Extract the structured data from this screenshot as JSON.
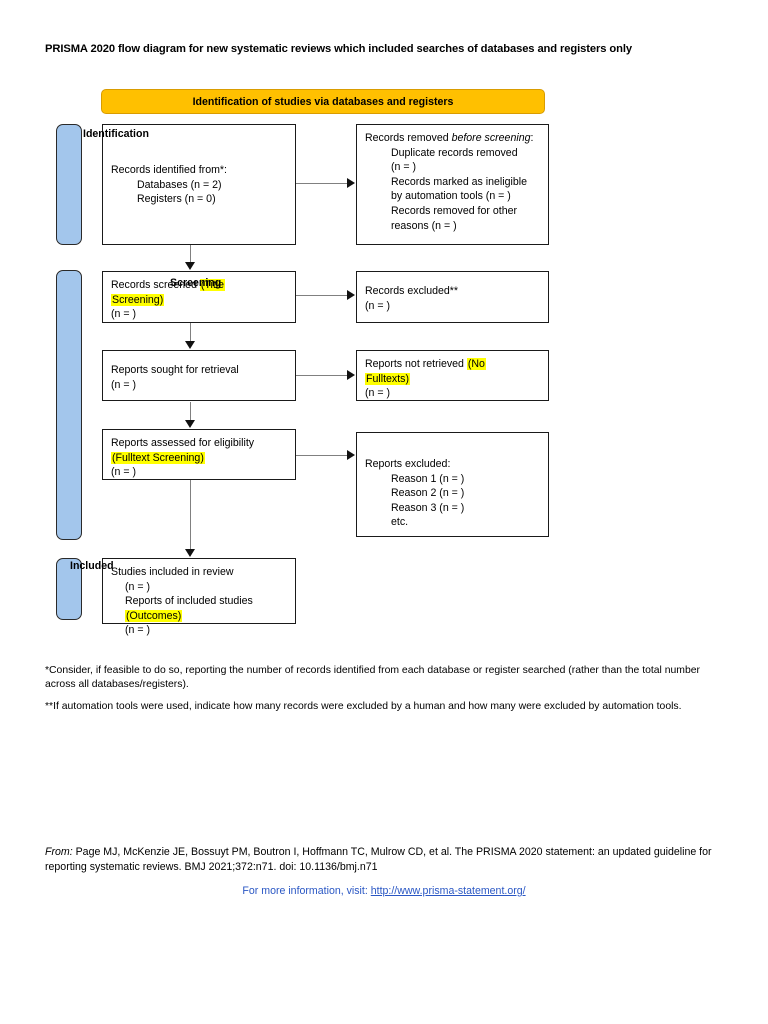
{
  "page_title": "PRISMA 2020 flow diagram for new systematic reviews which included searches of databases and registers only",
  "stage_header": "Identification of studies via databases and registers",
  "phase_labels": {
    "identification": "Identification",
    "screening": "Screening",
    "included": "Included"
  },
  "boxes": {
    "records_identified": {
      "title": "Records identified from*:",
      "items": [
        "Databases (n = 2)",
        "Registers (n = 0)"
      ]
    },
    "records_removed": {
      "title_prefix": "Records removed ",
      "title_italic": "before screening",
      "title_suffix": ":",
      "items": [
        "Duplicate records removed",
        "(n = )",
        "Records marked as ineligible",
        "by automation tools (n = )",
        "Records removed for other",
        "reasons (n = )"
      ]
    },
    "records_screened": {
      "line1_plain": "Records screened ",
      "line1_highlight": "(Title",
      "line2_highlight": "Screening)",
      "line3": "(n = )"
    },
    "records_excluded": {
      "line1": "Records excluded**",
      "line2": "(n = )"
    },
    "reports_sought": {
      "line1": "Reports sought for retrieval",
      "line2": "(n = )"
    },
    "reports_not_retrieved": {
      "line1_plain": "Reports not retrieved ",
      "line1_highlight": "(No",
      "line2_highlight": "Fulltexts)",
      "line3": "(n = )"
    },
    "reports_assessed": {
      "line1": "Reports assessed for eligibility",
      "line2_highlight": "(Fulltext Screening)",
      "line3": "(n = )"
    },
    "reports_excluded": {
      "title": "Reports excluded:",
      "items": [
        "Reason 1 (n = )",
        "Reason 2 (n = )",
        "Reason 3 (n = )",
        "etc."
      ]
    },
    "studies_included": {
      "line1": "Studies included in review",
      "line2": "(n = )",
      "line3": "Reports of included studies",
      "line4_highlight": "(Outcomes)",
      "line5": "(n = )"
    }
  },
  "notes": {
    "single_asterisk": "*Consider, if feasible to do so, reporting the number of records identified from each database or register searched (rather than the total number across all databases/registers).",
    "double_asterisk": "**If automation tools were used, indicate how many records were excluded by a human and how many were excluded by automation tools."
  },
  "footer": {
    "from_label": "From:",
    "citation": "  Page MJ, McKenzie JE, Bossuyt PM, Boutron I, Hoffmann TC, Mulrow CD, et al. The PRISMA 2020 statement: an updated guideline for reporting systematic reviews. BMJ 2021;372:n71. doi: 10.1136/bmj.n71",
    "more_info_label": "For more information, visit: ",
    "url": "http://www.prisma-statement.org/"
  },
  "colors": {
    "header_yellow": "#ffc000",
    "side_bar_blue": "#a3c6ec",
    "highlight_yellow": "#ffff00",
    "link_blue": "#2a57c4"
  }
}
